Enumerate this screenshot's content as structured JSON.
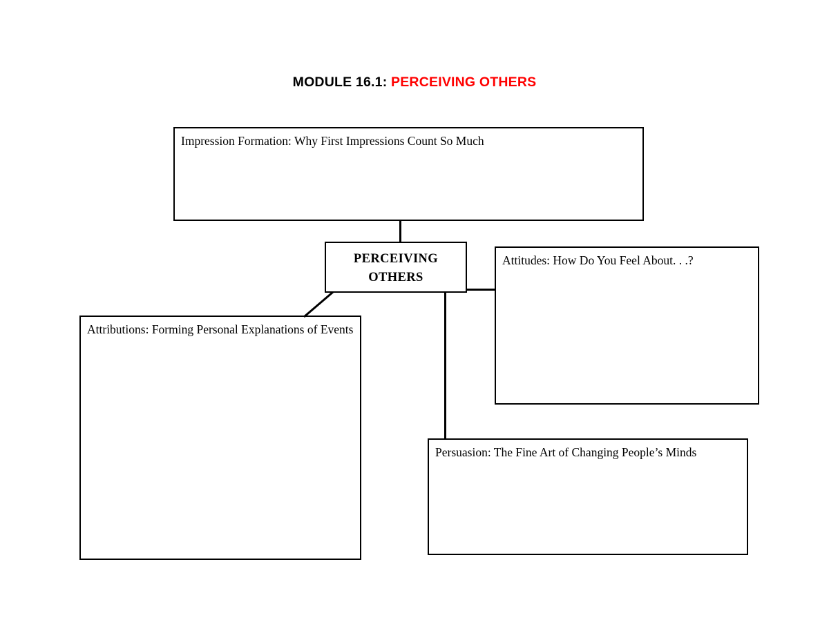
{
  "title": {
    "prefix": "MODULE 16.1:",
    "highlight": "PERCEIVING OTHERS",
    "highlight_color": "#ff0000",
    "prefix_color": "#000000"
  },
  "diagram": {
    "type": "concept-map",
    "center": {
      "label_line1": "PERCEIVING",
      "label_line2": "OTHERS"
    },
    "branches": [
      {
        "id": "impression-formation",
        "label": "Impression Formation: Why First Impressions Count So Much",
        "position": "top",
        "connector": "vertical"
      },
      {
        "id": "attitudes",
        "label": "Attitudes: How Do You Feel About. . .?",
        "position": "right",
        "connector": "horizontal"
      },
      {
        "id": "attributions",
        "label": "Attributions: Forming Personal Explanations of Events",
        "position": "bottom-left",
        "connector": "diagonal"
      },
      {
        "id": "persuasion",
        "label": "Persuasion: The Fine Art of Changing People’s Minds",
        "position": "bottom-right",
        "connector": "vertical"
      }
    ]
  }
}
